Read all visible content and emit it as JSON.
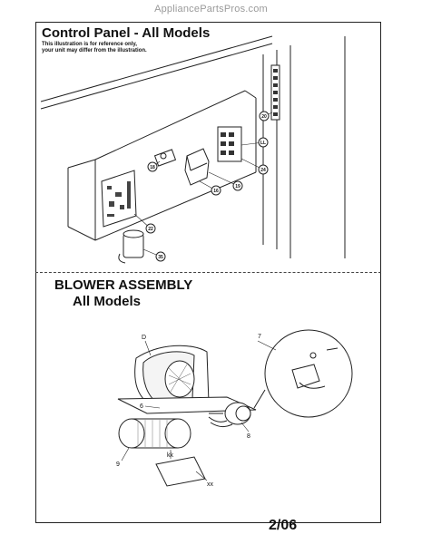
{
  "watermark": "AppliancePartsPros.com",
  "control_panel": {
    "title": "Control Panel - All Models",
    "note_line1": "This illustration is for reference only,",
    "note_line2": "your unit may differ from the illustration.",
    "callouts": [
      "20",
      "LL",
      "24",
      "19",
      "18",
      "16",
      "22",
      "35"
    ]
  },
  "blower": {
    "title_line1": "BLOWER ASSEMBLY",
    "title_line2": "All Models",
    "labels": [
      "D",
      "7",
      "6",
      "8",
      "9",
      "kk",
      "xx"
    ]
  },
  "page_number": "2/06"
}
